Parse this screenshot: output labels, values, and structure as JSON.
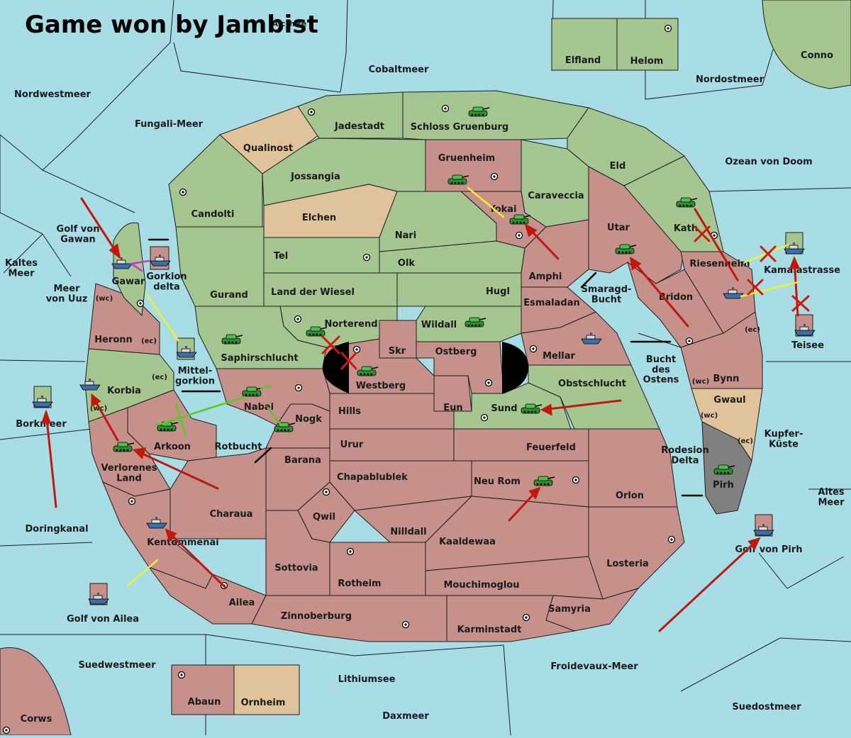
{
  "title": "Game won by Jambist",
  "colors": {
    "sea": "#a9dde6",
    "neutral_green": "#a5c591",
    "player_red": "#c5918a",
    "player_tan": "#e0c39b",
    "player_gray": "#808080",
    "impassable": "#000000",
    "move_arrow": "#c0180c",
    "support_line": "#f0f030",
    "convoy_line": "#54cc1e",
    "retreat_line": "#cc33cc",
    "cut_mark": "#cc1a10"
  },
  "sea_labels": {
    "nordwestmeer": "Nordwestmeer",
    "fungali": "Fungali-Meer",
    "cobaltmeer": "Cobaltmeer",
    "nordostmeer": "Nordostmeer",
    "conno": "Conno",
    "ozean": "Ozean von Doom",
    "golf_gawan": "Golf von\nGawan",
    "kaltes": "Kaltes\nMeer",
    "uuz": "Meer\nvon Uuz",
    "mittelgorkion": "Mittel-\ngorkion",
    "borkmeer": "Borkmeer",
    "doringkanal": "Doringkanal",
    "golf_ailea": "Golf von Ailea",
    "suedwestmeer": "Suedwestmeer",
    "corws": "Corws",
    "lithiumsee": "Lithiumsee",
    "daxmeer": "Daxmeer",
    "froidevaux": "Froidevaux-Meer",
    "suedostmeer": "Suedostmeer",
    "golf_pirh": "Golf von Pirh",
    "altes": "Altes\nMeer",
    "kupfer": "Kupfer-\nKüste",
    "bucht_ostens": "Bucht\ndes\nOstens",
    "smaragd": "Smaragd-\nBucht",
    "kamalastrasse": "Kamalastrasse",
    "rotbucht": "Rotbucht",
    "rodesion": "Rodesion\nDelta",
    "gorkion_delta": "Gorkion\ndelta",
    "hidden": "Alcrhire"
  },
  "land_labels": {
    "elfland": "Elfland",
    "helom": "Helom",
    "jadestadt": "Jadestadt",
    "schloss": "Schloss Gruenburg",
    "qualinost": "Qualinost",
    "jossangia": "Jossangia",
    "eld": "Eld",
    "gruenheim": "Gruenheim",
    "caraveccia": "Caraveccia",
    "candolti": "Candolti",
    "elchen": "Elchen",
    "yokai": "Yokai",
    "nari": "Nari",
    "utar": "Utar",
    "kath": "Kath",
    "tel": "Tel",
    "olk": "Olk",
    "amphi": "Amphi",
    "riesenheim": "Riesenheim",
    "gurand": "Gurand",
    "land_wiesel": "Land der Wiesel",
    "hugl": "Hugl",
    "esmaladan": "Esmaladan",
    "bridon": "Bridon",
    "gawar": "Gawar",
    "norterend": "Norterend",
    "wildall": "Wildall",
    "heronn": "Heronn",
    "saphirschlucht": "Saphirschlucht",
    "skr": "Skr",
    "ostberg": "Ostberg",
    "mellar": "Mellar",
    "teisee": "Teisee",
    "westberg": "Westberg",
    "korbia": "Korbia",
    "obstschlucht": "Obstschlucht",
    "bynn": "Bynn",
    "gwaul": "Gwaul",
    "nabai": "Nabai",
    "hills": "Hills",
    "eun": "Eun",
    "sund": "Sund",
    "nogk": "Nogk",
    "arkoon": "Arkoon",
    "urur": "Urur",
    "feuerfeld": "Feuerfeld",
    "verlorenes": "Verlorenes\nLand",
    "barana": "Barana",
    "chapablublek": "Chapablublek",
    "neu_rom": "Neu Rom",
    "pirh": "Pirh",
    "orlon": "Orlon",
    "charaua": "Charaua",
    "qwil": "Qwil",
    "nilldall": "Nilldall",
    "kaaldewaa": "Kaaldewaa",
    "kentommenai": "Kentommenai",
    "sottovia": "Sottovia",
    "losteria": "Losteria",
    "rotheim": "Rotheim",
    "mouchimoglou": "Mouchimoglou",
    "ailea": "Ailea",
    "samyria": "Samyria",
    "zinnoberburg": "Zinnoberburg",
    "karminstadt": "Karminstadt",
    "abaun": "Abaun",
    "ornheim": "Ornheim"
  },
  "coast_labels": {
    "gawar_wc": "(wc)",
    "heronn_ec": "(ec)",
    "korbia_ec": "(ec)",
    "korbia_wc": "(wc)",
    "bynn_ec": "(ec)",
    "bynn_wc": "(wc)",
    "gwaul_wc": "(wc)",
    "gwaul_ec": "(ec)"
  }
}
